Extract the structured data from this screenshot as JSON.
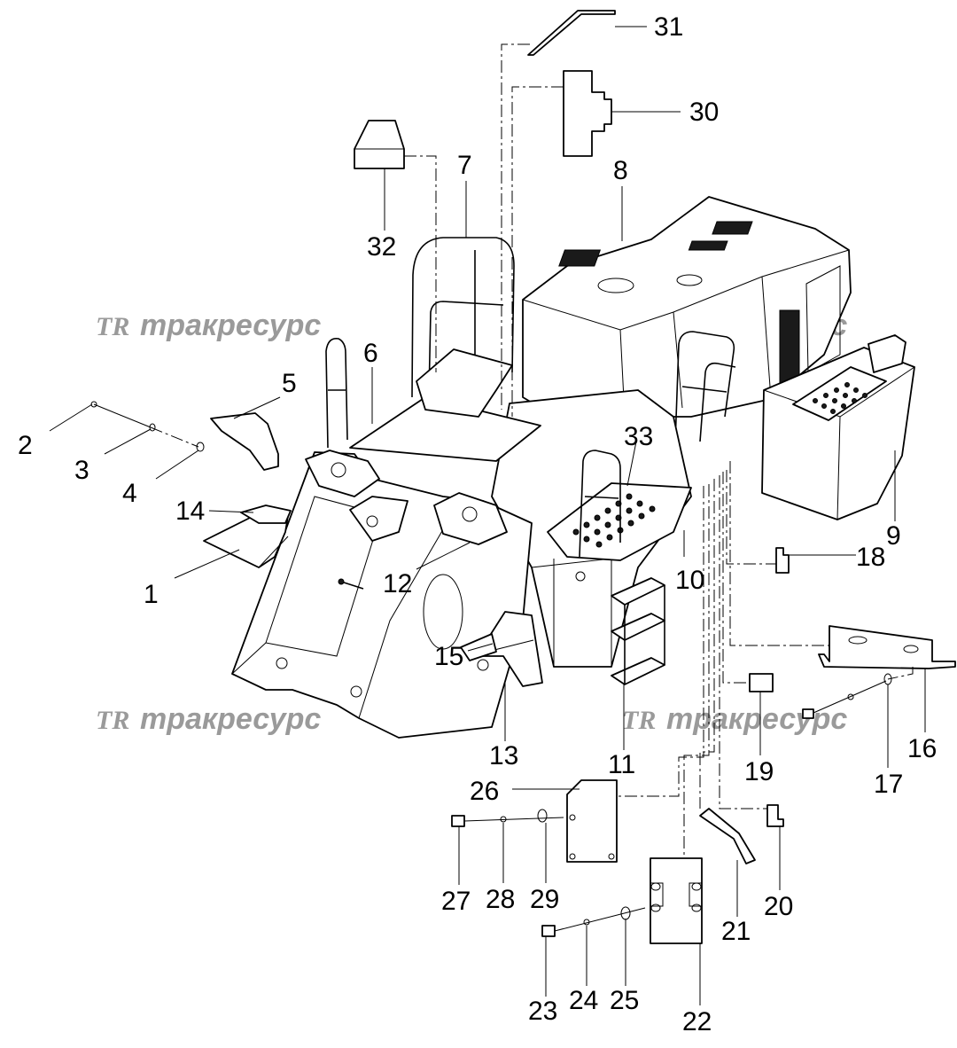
{
  "watermark": {
    "logo": "TR",
    "text": "тракресурс"
  },
  "callouts": {
    "c1": "1",
    "c2": "2",
    "c3": "3",
    "c4": "4",
    "c5": "5",
    "c6": "6",
    "c7": "7",
    "c8": "8",
    "c9": "9",
    "c10": "10",
    "c11": "11",
    "c12": "12",
    "c13": "13",
    "c14": "14",
    "c15": "15",
    "c16": "16",
    "c17": "17",
    "c18": "18",
    "c19": "19",
    "c20": "20",
    "c21": "21",
    "c22": "22",
    "c23": "23",
    "c24": "24",
    "c25": "25",
    "c26": "26",
    "c27": "27",
    "c28": "28",
    "c29": "29",
    "c30": "30",
    "c31": "31",
    "c32": "32",
    "c33": "33"
  },
  "colors": {
    "line": "#000000",
    "watermark": "#9a9a9a",
    "background": "#ffffff"
  }
}
